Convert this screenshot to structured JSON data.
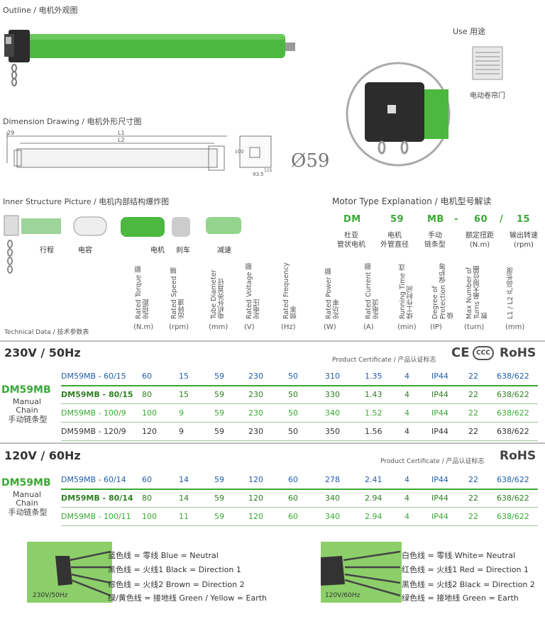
{
  "outline_title": "Outline / 电机外观图",
  "dimension_title": "Dimension Drawing / 电机外形尺寸图",
  "use_title": "Use 用途",
  "use_caption": "电动卷帘门",
  "dim_labels": {
    "d29": "29",
    "l1": "L1",
    "l2": "L2",
    "d100": "100",
    "d93": "93.5",
    "d115": "115"
  },
  "diameter_label": "Ø59",
  "inner_title": "Inner Structure Picture / 电机内部结构爆炸图",
  "inner_parts": [
    "行程",
    "电容",
    "电机",
    "刹车",
    "减速"
  ],
  "motor_type_title": "Motor Type Explanation / 电机型号解读",
  "motor_type": {
    "codes": [
      "DM",
      "59",
      "MB",
      "-",
      "60",
      "/",
      "15"
    ],
    "descs": [
      "杜亚\n管状电机",
      "电机\n外管直径",
      "手动\n链条型",
      "额定扭距\n(N.m)",
      "输出转速\n(rpm)"
    ]
  },
  "tech_label": "Technical Data / 技术参数表",
  "columns": [
    {
      "en": "Rated\nTorque",
      "cn": "额定扭距",
      "unit": "(N.m)"
    },
    {
      "en": "Rated\nSpeed",
      "cn": "输出转速",
      "unit": "(rpm)"
    },
    {
      "en": "Tube\nDiameter",
      "cn": "电机外壳直径",
      "unit": "(mm)"
    },
    {
      "en": "Rated\nVoltage",
      "cn": "额定电压",
      "unit": "(V)"
    },
    {
      "en": "Rated\nFrequency",
      "cn": "频率",
      "unit": "(Hz)"
    },
    {
      "en": "Rated\nPower",
      "cn": "额定功率",
      "unit": "(W)"
    },
    {
      "en": "Rated\nCurrent",
      "cn": "额定电流",
      "unit": "(A)"
    },
    {
      "en": "Running\nTime",
      "cn": "连续工作时间",
      "unit": "(min)"
    },
    {
      "en": "Degree of\nProtection",
      "cn": "保护等级",
      "unit": "(IP)"
    },
    {
      "en": "Max Number\nof Turns",
      "cn": "最大限位圈数",
      "unit": "(turn)"
    },
    {
      "en": "L1 / L2",
      "cn": "产品长度",
      "unit": "(mm)"
    }
  ],
  "band1": {
    "title": "230V / 50Hz",
    "cert": "Product Certificate / 产品认证标志",
    "logos": [
      "CE",
      "CCC",
      "RoHS"
    ],
    "model": "DM59MB",
    "model_sub1": "Manual",
    "model_sub2": "Chain",
    "model_sub3": "手动链条型",
    "rows": [
      [
        "DM59MB - 60/15",
        "60",
        "15",
        "59",
        "230",
        "50",
        "310",
        "1.35",
        "4",
        "IP44",
        "22",
        "638/622"
      ],
      [
        "DM59MB - 80/15",
        "80",
        "15",
        "59",
        "230",
        "50",
        "330",
        "1.43",
        "4",
        "IP44",
        "22",
        "638/622"
      ],
      [
        "DM59MB - 100/9",
        "100",
        "9",
        "59",
        "230",
        "50",
        "340",
        "1.52",
        "4",
        "IP44",
        "22",
        "638/622"
      ],
      [
        "DM59MB - 120/9",
        "120",
        "9",
        "59",
        "230",
        "50",
        "350",
        "1.56",
        "4",
        "IP44",
        "22",
        "638/622"
      ]
    ]
  },
  "band2": {
    "title": "120V / 60Hz",
    "cert": "Product Certificate / 产品认证标志",
    "logos": [
      "RoHS"
    ],
    "model": "DM59MB",
    "model_sub1": "Manual",
    "model_sub2": "Chain",
    "model_sub3": "手动链条型",
    "rows": [
      [
        "DM59MB - 60/14",
        "60",
        "14",
        "59",
        "120",
        "60",
        "278",
        "2.41",
        "4",
        "IP44",
        "22",
        "638/622"
      ],
      [
        "DM59MB - 80/14",
        "80",
        "14",
        "59",
        "120",
        "60",
        "340",
        "2.94",
        "4",
        "IP44",
        "22",
        "638/622"
      ],
      [
        "DM59MB - 100/11",
        "100",
        "11",
        "59",
        "120",
        "60",
        "340",
        "2.94",
        "4",
        "IP44",
        "22",
        "638/622"
      ]
    ]
  },
  "wiring1": {
    "label": "230V/50Hz",
    "lines": [
      "蓝色线 = 零线  Blue = Neutral",
      "黑色线 = 火线1  Black = Direction 1",
      "棕色线 = 火线2  Brown = Direction 2",
      "绿/黄色线 = 接地线  Green / Yellow = Earth"
    ]
  },
  "wiring2": {
    "label": "120V/60Hz",
    "lines": [
      "白色线 = 零线  White= Neutral",
      "红色线 = 火线1  Red = Direction 1",
      "黑色线 = 火线2  Black = Direction 2",
      "绿色线 = 接地线  Green = Earth"
    ]
  },
  "colors": {
    "accent": "#3aa935",
    "blue": "#1f5fa8",
    "dark_green": "#2f7f22"
  }
}
